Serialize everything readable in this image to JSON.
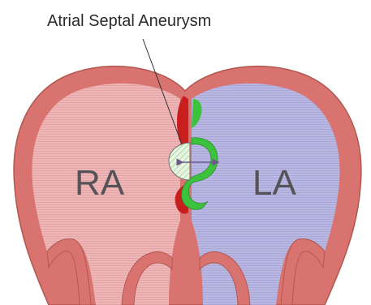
{
  "title": "Atrial Septal Aneurysm",
  "labels": {
    "right_atrium": "RA",
    "left_atrium": "LA"
  },
  "colors": {
    "wall": "#d9736f",
    "wall_edge": "#b3564f",
    "ra_fill": "#efb6b8",
    "la_fill": "#b9b8e3",
    "septum_red": "#c81e1e",
    "septum_green": "#3cc23c",
    "aneurysm_hatch": "#bfe3b8",
    "arrow": "#6b5b8a"
  }
}
